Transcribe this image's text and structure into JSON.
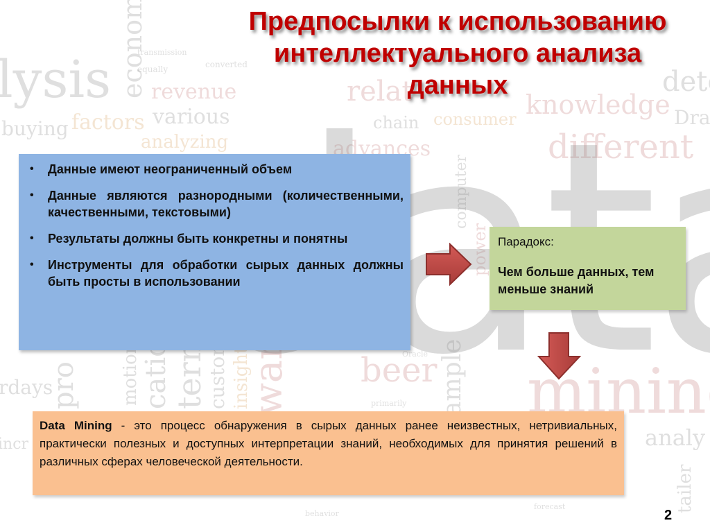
{
  "slide": {
    "title": "Предпосылки к использованию интеллектуального анализа данных",
    "page_number": "2"
  },
  "background_words": [
    "lysis",
    "economic",
    "transmission",
    "equally",
    "converted",
    "revenue",
    "various",
    "buying",
    "factors",
    "analyzing",
    "relat",
    "knowledge",
    "deter",
    "Dra",
    "consumer",
    "chain",
    "advances",
    "different",
    "computer",
    "power",
    "beer",
    "primarily",
    "Oracle",
    "rdays",
    "pro",
    "motion",
    "cation",
    "terns",
    "customer",
    "insight",
    "ware",
    "ample",
    "mining",
    "analy",
    "tailer",
    "forecast",
    "behavior",
    "incr",
    "data"
  ],
  "conditions_box": {
    "items": [
      "Данные имеют неограниченный объем",
      "Данные являются разнородными (количественными, качественными, текстовыми)",
      "Результаты должны быть конкретны и понятны",
      "Инструменты для обработки сырых данных должны быть просты в использовании"
    ],
    "bullet": "•",
    "color": "#8eb4e3"
  },
  "paradox_box": {
    "label": "Парадокс:",
    "message": "Чем больше данных, тем меньше знаний",
    "color": "#c3d69b"
  },
  "arrows": {
    "right": "arrow-right-icon",
    "down": "arrow-down-icon",
    "color": "#c0504d"
  },
  "definition_box": {
    "term": "Data Mining",
    "text": " - это процесс обнаружения в сырых данных ранее неизвестных, нетривиальных, практически полезных и доступных интерпретации знаний, необходимых для принятия решений в различных сферах человеческой деятельности.",
    "color": "#fac090"
  }
}
